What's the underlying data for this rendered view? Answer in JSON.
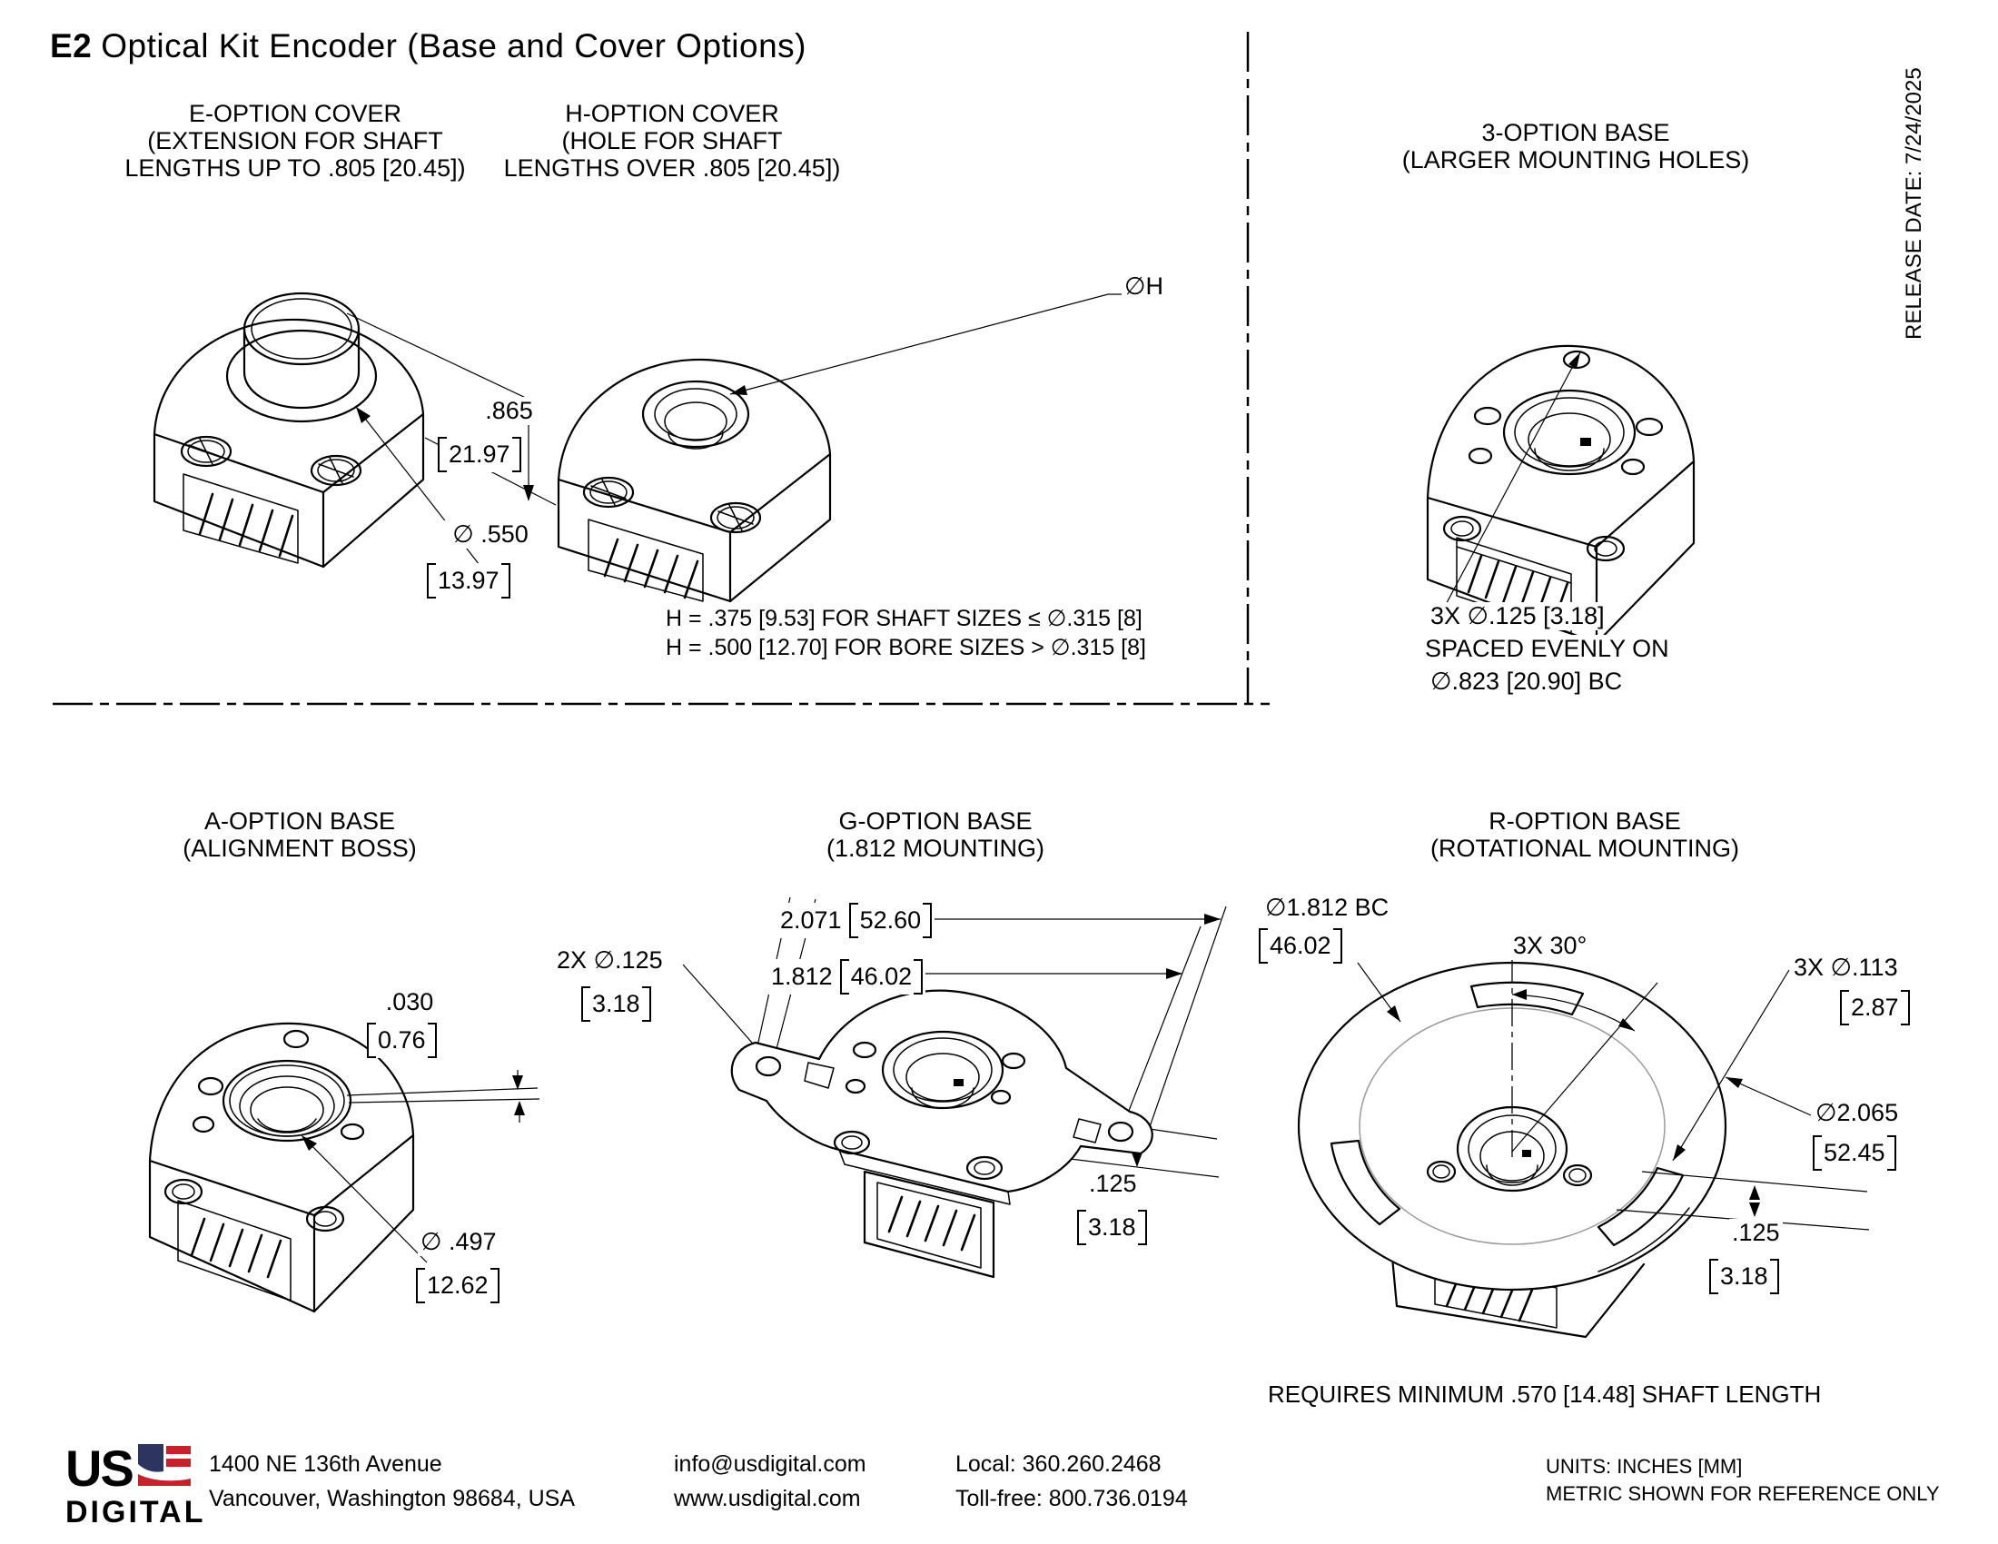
{
  "header": {
    "title_model": "E2",
    "title_rest": "Optical Kit Encoder (Base and Cover Options)",
    "release_date": "RELEASE DATE: 7/24/2025"
  },
  "sections": {
    "e_cover": {
      "title1": "E-OPTION COVER",
      "title2": "(EXTENSION FOR SHAFT",
      "title3": "LENGTHS UP TO .805 [20.45])",
      "dim_height_in": ".865",
      "dim_height_mm": "21.97",
      "dim_dia_in": "∅ .550",
      "dim_dia_mm": "13.97"
    },
    "h_cover": {
      "title1": "H-OPTION COVER",
      "title2": "(HOLE FOR SHAFT",
      "title3": "LENGTHS OVER .805 [20.45])",
      "hole_label": "∅H",
      "note1": "H = .375 [9.53] FOR SHAFT SIZES ≤ ∅.315 [8]",
      "note2": "H = .500 [12.70] FOR BORE SIZES > ∅.315 [8]"
    },
    "base_3": {
      "title1": "3-OPTION BASE",
      "title2": "(LARGER MOUNTING HOLES)",
      "callout1": "3X ∅.125 [3.18]",
      "callout2": "SPACED EVENLY ON",
      "callout3": "∅.823 [20.90] BC"
    },
    "base_a": {
      "title1": "A-OPTION BASE",
      "title2": "(ALIGNMENT BOSS)",
      "dim_boss_in": ".030",
      "dim_boss_mm": "0.76",
      "dim_dia_in": "∅ .497",
      "dim_dia_mm": "12.62"
    },
    "base_g": {
      "title1": "G-OPTION BASE",
      "title2": "(1.812 MOUNTING)",
      "dim_w_outer_in": "2.071",
      "dim_w_outer_mm": "52.60",
      "dim_w_inner_in": "1.812",
      "dim_w_inner_mm": "46.02",
      "dim_holes": "2X ∅.125",
      "dim_holes_mm": "3.18",
      "dim_tab_in": ".125",
      "dim_tab_mm": "3.18"
    },
    "base_r": {
      "title1": "R-OPTION BASE",
      "title2": "(ROTATIONAL MOUNTING)",
      "dim_bc": "∅1.812 BC",
      "dim_bc_mm": "46.02",
      "dim_angle": "3X 30°",
      "dim_holes": "3X ∅.113",
      "dim_holes_mm": "2.87",
      "dim_od": "∅2.065",
      "dim_od_mm": "52.45",
      "dim_thk_in": ".125",
      "dim_thk_mm": "3.18",
      "note": "REQUIRES MINIMUM .570 [14.48] SHAFT LENGTH"
    }
  },
  "footer": {
    "logo_line1": "US",
    "logo_line2": "DIGITAL",
    "address_line1": "1400 NE 136th Avenue",
    "address_line2": "Vancouver, Washington 98684, USA",
    "email": "info@usdigital.com",
    "website": "www.usdigital.com",
    "phone_local": "Local: 360.260.2468",
    "phone_tollfree": "Toll-free: 800.736.0194",
    "units_line1": "UNITS: INCHES [MM]",
    "units_line2": "METRIC SHOWN FOR REFERENCE ONLY"
  },
  "colors": {
    "line": "#000000",
    "flag_navy": "#2b3560",
    "flag_red": "#c5222c",
    "bc_gray": "#9a9a9a"
  }
}
